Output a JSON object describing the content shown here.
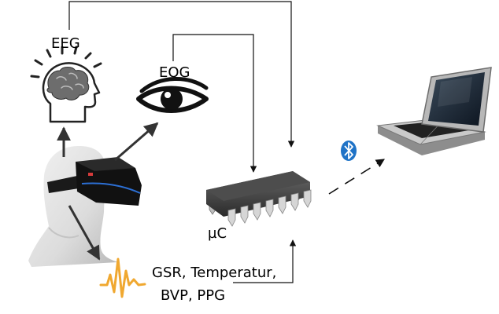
{
  "labels": {
    "eeg": "EEG",
    "eog": "EOG",
    "microcontroller": "µC",
    "sensors_line1": "GSR, Temperatur,",
    "sensors_line2": "BVP, PPG"
  },
  "icons": {
    "eeg": "head-brain-icon",
    "eog": "eye-icon",
    "headset": "vr-headset-icon",
    "microcontroller": "microchip-icon",
    "signal": "signal-waveform-icon",
    "wireless": "bluetooth-icon",
    "laptop": "laptop-icon"
  },
  "colors": {
    "bluetooth": "#1f73c7",
    "signal_wave": "#f0a830",
    "headset_accent": "#2c6fd4",
    "headset_logo": "#d63b3b"
  }
}
